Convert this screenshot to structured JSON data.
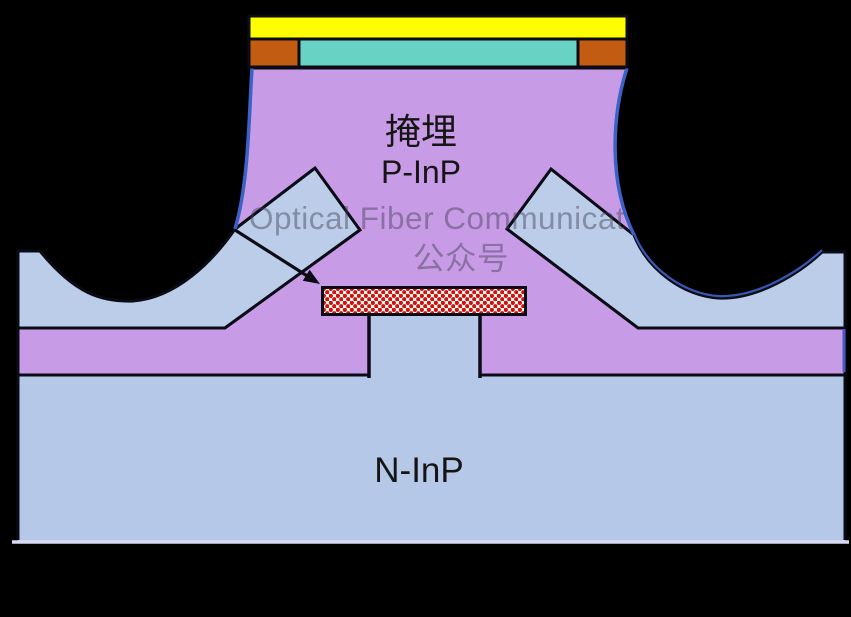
{
  "diagram": {
    "labels": {
      "buried_cn": "掩埋",
      "p_inp": "P-InP",
      "n_inp": "N-InP"
    },
    "watermark": {
      "line1": "Optical Fiber Communicat",
      "line2": "公众号"
    },
    "colors": {
      "background": "#000000",
      "p_inp_region": "#C89BE7",
      "n_inp_region": "#B6C8E8",
      "blocking_layer": "#BCCDE9",
      "metal_contact": "#FEFE00",
      "oxide_block": "#C25C12",
      "cap_layer": "#68D2C4",
      "active_dot": "#CC1310",
      "active_bg": "#FBF3EC",
      "outline": "#0B0B16",
      "sidewall_stroke": "#3B63C6",
      "band_edge_blue": "#4A58C8",
      "bottom_edge": "#D8DAF2",
      "watermark": "#3F3F52",
      "text": "#151515",
      "arrow": "#0B0B16"
    }
  }
}
